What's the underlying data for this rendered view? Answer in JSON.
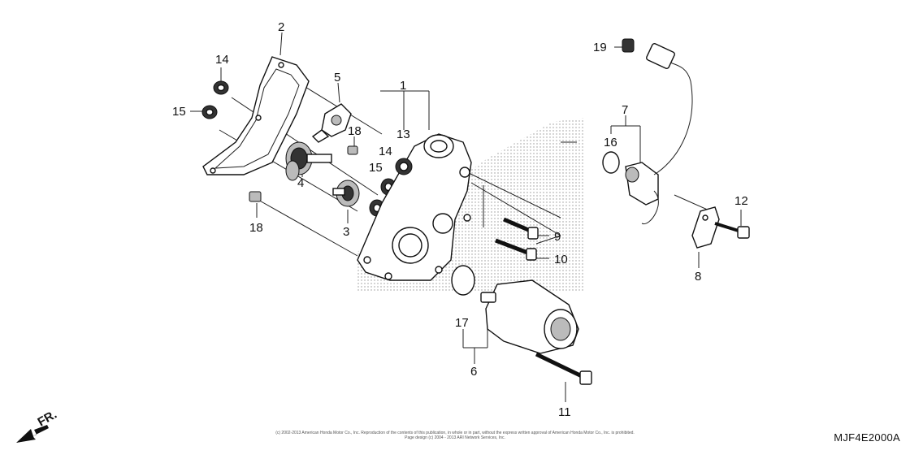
{
  "diagram": {
    "callouts": [
      {
        "id": "c1",
        "label": "1"
      },
      {
        "id": "c2",
        "label": "2"
      },
      {
        "id": "c3",
        "label": "3"
      },
      {
        "id": "c4",
        "label": "4"
      },
      {
        "id": "c5",
        "label": "5"
      },
      {
        "id": "c6",
        "label": "6"
      },
      {
        "id": "c7",
        "label": "7"
      },
      {
        "id": "c8",
        "label": "8"
      },
      {
        "id": "c9",
        "label": "9"
      },
      {
        "id": "c10",
        "label": "10"
      },
      {
        "id": "c11",
        "label": "11"
      },
      {
        "id": "c12",
        "label": "12"
      },
      {
        "id": "c13",
        "label": "13"
      },
      {
        "id": "c14a",
        "label": "14"
      },
      {
        "id": "c14b",
        "label": "14"
      },
      {
        "id": "c15a",
        "label": "15"
      },
      {
        "id": "c15b",
        "label": "15"
      },
      {
        "id": "c16",
        "label": "16"
      },
      {
        "id": "c17",
        "label": "17"
      },
      {
        "id": "c18a",
        "label": "18"
      },
      {
        "id": "c18b",
        "label": "18"
      },
      {
        "id": "c19",
        "label": "19"
      }
    ],
    "front_marker": "FR.",
    "diagram_code": "MJF4E2000A",
    "copyright_line1": "(c) 2002-2013 American Honda Motor Co., Inc. Reproduction of the contents of this publication, in whole or in part, without the express written approval of American Honda Motor Co., Inc. is prohibited.",
    "copyright_line2": "Page design (c) 2004 - 2013 ARI Network Services, Inc."
  }
}
